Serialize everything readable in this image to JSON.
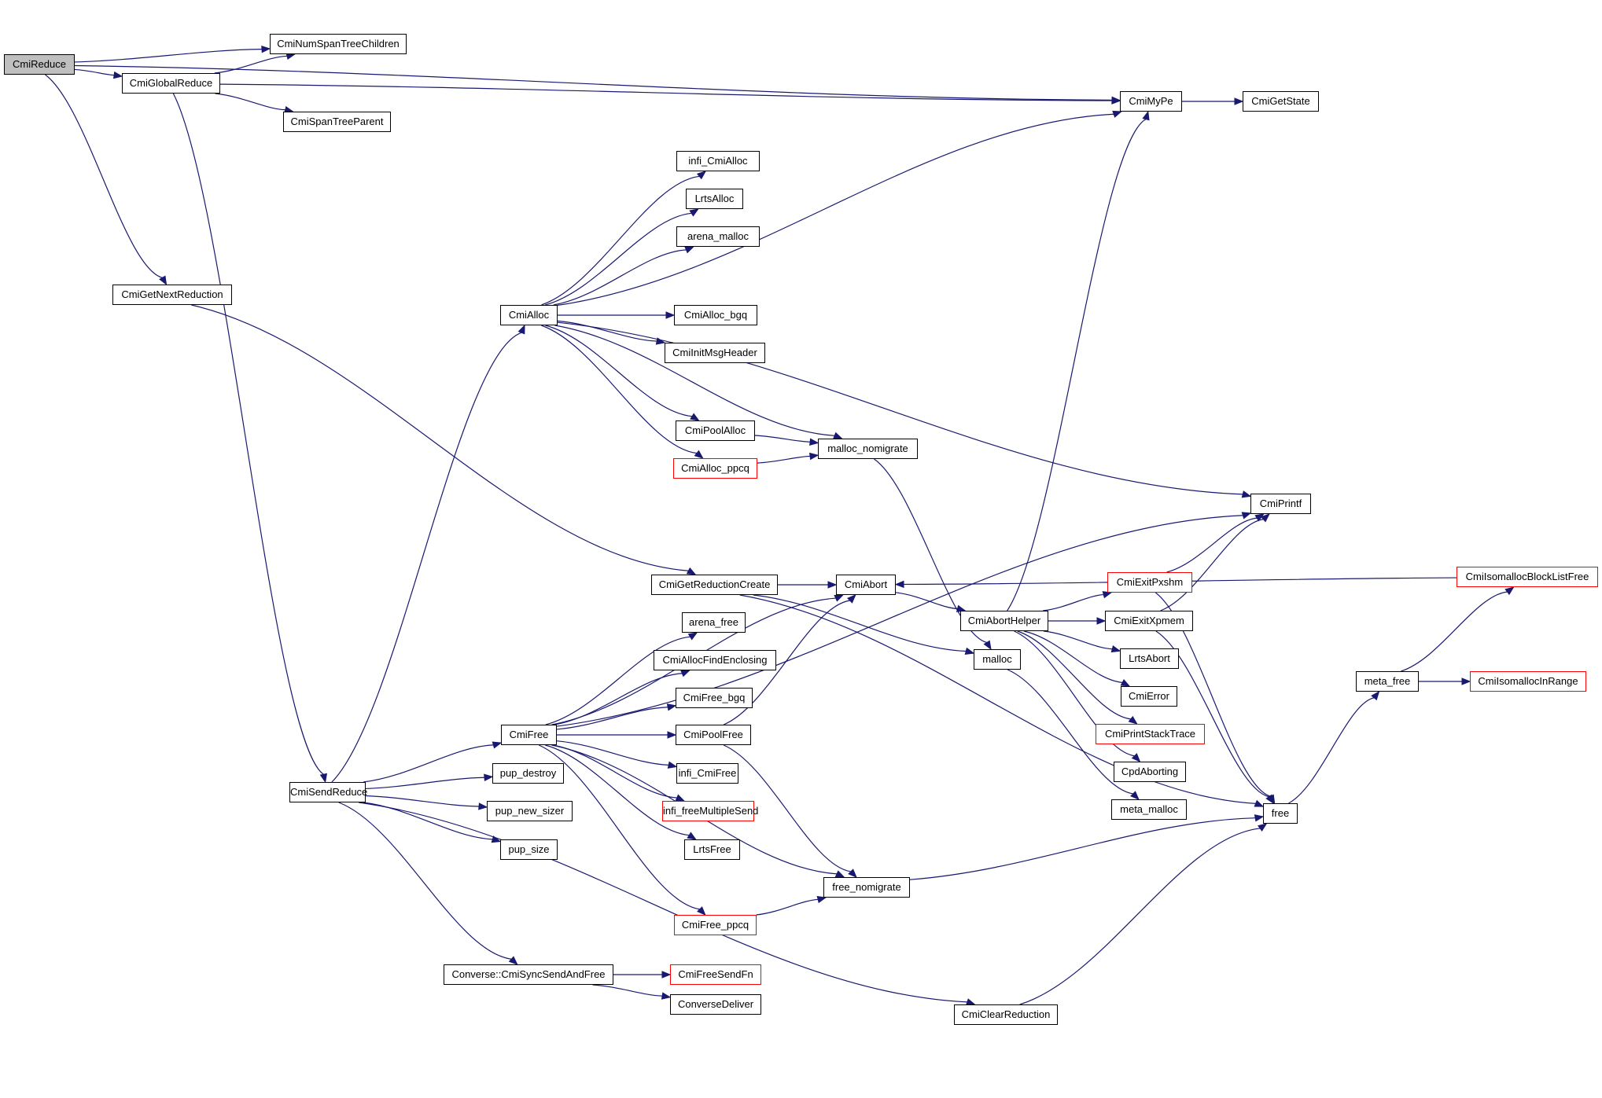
{
  "title": "Call graph for CmiReduce",
  "colors": {
    "edge": "#191970",
    "root_fill": "#bfbfbf",
    "truncated_border": "#ff0000",
    "node_border": "#000000"
  },
  "nodes": [
    {
      "id": "CmiReduce",
      "label": "CmiReduce",
      "kind": "root"
    },
    {
      "id": "CmiNumSpanTreeChildren",
      "label": "CmiNumSpanTreeChildren",
      "kind": "normal"
    },
    {
      "id": "CmiGlobalReduce",
      "label": "CmiGlobalReduce",
      "kind": "normal"
    },
    {
      "id": "CmiSpanTreeParent",
      "label": "CmiSpanTreeParent",
      "kind": "normal"
    },
    {
      "id": "CmiMyPe",
      "label": "CmiMyPe",
      "kind": "normal"
    },
    {
      "id": "CmiGetState",
      "label": "CmiGetState",
      "kind": "normal"
    },
    {
      "id": "infi_CmiAlloc",
      "label": "infi_CmiAlloc",
      "kind": "normal"
    },
    {
      "id": "LrtsAlloc",
      "label": "LrtsAlloc",
      "kind": "normal"
    },
    {
      "id": "arena_malloc",
      "label": "arena_malloc",
      "kind": "normal"
    },
    {
      "id": "CmiGetNextReduction",
      "label": "CmiGetNextReduction",
      "kind": "normal"
    },
    {
      "id": "CmiAlloc",
      "label": "CmiAlloc",
      "kind": "normal"
    },
    {
      "id": "CmiAlloc_bgq",
      "label": "CmiAlloc_bgq",
      "kind": "normal"
    },
    {
      "id": "CmiInitMsgHeader",
      "label": "CmiInitMsgHeader",
      "kind": "normal"
    },
    {
      "id": "CmiPoolAlloc",
      "label": "CmiPoolAlloc",
      "kind": "normal"
    },
    {
      "id": "malloc_nomigrate",
      "label": "malloc_nomigrate",
      "kind": "normal"
    },
    {
      "id": "CmiAlloc_ppcq",
      "label": "CmiAlloc_ppcq",
      "kind": "truncated"
    },
    {
      "id": "CmiPrintf",
      "label": "CmiPrintf",
      "kind": "normal"
    },
    {
      "id": "CmiIsomallocBlockListFree",
      "label": "CmiIsomallocBlockListFree",
      "kind": "truncated"
    },
    {
      "id": "CmiGetReductionCreate",
      "label": "CmiGetReductionCreate",
      "kind": "normal"
    },
    {
      "id": "CmiAbort",
      "label": "CmiAbort",
      "kind": "normal"
    },
    {
      "id": "CmiExitPxshm",
      "label": "CmiExitPxshm",
      "kind": "truncated"
    },
    {
      "id": "CmiAbortHelper",
      "label": "CmiAbortHelper",
      "kind": "normal"
    },
    {
      "id": "CmiExitXpmem",
      "label": "CmiExitXpmem",
      "kind": "normal"
    },
    {
      "id": "arena_free",
      "label": "arena_free",
      "kind": "normal"
    },
    {
      "id": "CmiAllocFindEnclosing",
      "label": "CmiAllocFindEnclosing",
      "kind": "normal"
    },
    {
      "id": "malloc",
      "label": "malloc",
      "kind": "normal"
    },
    {
      "id": "LrtsAbort",
      "label": "LrtsAbort",
      "kind": "normal"
    },
    {
      "id": "meta_free",
      "label": "meta_free",
      "kind": "normal"
    },
    {
      "id": "CmiIsomallocInRange",
      "label": "CmiIsomallocInRange",
      "kind": "truncated"
    },
    {
      "id": "CmiFree_bgq",
      "label": "CmiFree_bgq",
      "kind": "normal"
    },
    {
      "id": "CmiError",
      "label": "CmiError",
      "kind": "normal"
    },
    {
      "id": "CmiFree",
      "label": "CmiFree",
      "kind": "normal"
    },
    {
      "id": "CmiPoolFree",
      "label": "CmiPoolFree",
      "kind": "normal"
    },
    {
      "id": "CmiPrintStackTrace",
      "label": "CmiPrintStackTrace",
      "kind": "truncated"
    },
    {
      "id": "pup_destroy",
      "label": "pup_destroy",
      "kind": "normal"
    },
    {
      "id": "infi_CmiFree",
      "label": "infi_CmiFree",
      "kind": "normal"
    },
    {
      "id": "CpdAborting",
      "label": "CpdAborting",
      "kind": "normal"
    },
    {
      "id": "CmiSendReduce",
      "label": "CmiSendReduce",
      "kind": "normal"
    },
    {
      "id": "infi_freeMultipleSend",
      "label": "infi_freeMultipleSend",
      "kind": "truncated"
    },
    {
      "id": "pup_new_sizer",
      "label": "pup_new_sizer",
      "kind": "normal"
    },
    {
      "id": "meta_malloc",
      "label": "meta_malloc",
      "kind": "normal"
    },
    {
      "id": "free",
      "label": "free",
      "kind": "normal"
    },
    {
      "id": "pup_size",
      "label": "pup_size",
      "kind": "normal"
    },
    {
      "id": "LrtsFree",
      "label": "LrtsFree",
      "kind": "normal"
    },
    {
      "id": "free_nomigrate",
      "label": "free_nomigrate",
      "kind": "normal"
    },
    {
      "id": "CmiFree_ppcq",
      "label": "CmiFree_ppcq",
      "kind": "truncated"
    },
    {
      "id": "Converse_CmiSyncSendAndFree",
      "label": "Converse::CmiSyncSendAndFree",
      "kind": "normal"
    },
    {
      "id": "CmiFreeSendFn",
      "label": "CmiFreeSendFn",
      "kind": "truncated"
    },
    {
      "id": "ConverseDeliver",
      "label": "ConverseDeliver",
      "kind": "normal"
    },
    {
      "id": "CmiClearReduction",
      "label": "CmiClearReduction",
      "kind": "normal"
    }
  ],
  "edges": [
    [
      "CmiReduce",
      "CmiMyPe"
    ],
    [
      "CmiReduce",
      "CmiNumSpanTreeChildren"
    ],
    [
      "CmiReduce",
      "CmiGlobalReduce"
    ],
    [
      "CmiReduce",
      "CmiGetNextReduction"
    ],
    [
      "CmiGlobalReduce",
      "CmiNumSpanTreeChildren"
    ],
    [
      "CmiGlobalReduce",
      "CmiMyPe"
    ],
    [
      "CmiGlobalReduce",
      "CmiSpanTreeParent"
    ],
    [
      "CmiGlobalReduce",
      "CmiSendReduce"
    ],
    [
      "CmiMyPe",
      "CmiGetState"
    ],
    [
      "CmiGetNextReduction",
      "CmiGetReductionCreate"
    ],
    [
      "CmiAlloc",
      "CmiMyPe"
    ],
    [
      "CmiAlloc",
      "infi_CmiAlloc"
    ],
    [
      "CmiAlloc",
      "LrtsAlloc"
    ],
    [
      "CmiAlloc",
      "arena_malloc"
    ],
    [
      "CmiAlloc",
      "CmiPrintf"
    ],
    [
      "CmiAlloc",
      "CmiAlloc_bgq"
    ],
    [
      "CmiAlloc",
      "CmiInitMsgHeader"
    ],
    [
      "CmiAlloc",
      "malloc_nomigrate"
    ],
    [
      "CmiAlloc",
      "CmiPoolAlloc"
    ],
    [
      "CmiAlloc",
      "CmiAlloc_ppcq"
    ],
    [
      "CmiPoolAlloc",
      "malloc_nomigrate"
    ],
    [
      "CmiAlloc_ppcq",
      "malloc_nomigrate"
    ],
    [
      "malloc_nomigrate",
      "malloc"
    ],
    [
      "CmiGetReductionCreate",
      "CmiAbort"
    ],
    [
      "CmiGetReductionCreate",
      "malloc"
    ],
    [
      "CmiGetReductionCreate",
      "free"
    ],
    [
      "CmiAbort",
      "CmiAbortHelper"
    ],
    [
      "CmiAbortHelper",
      "CmiMyPe"
    ],
    [
      "CmiAbortHelper",
      "CmiExitPxshm"
    ],
    [
      "CmiAbortHelper",
      "CmiExitXpmem"
    ],
    [
      "CmiAbortHelper",
      "LrtsAbort"
    ],
    [
      "CmiAbortHelper",
      "CmiError"
    ],
    [
      "CmiAbortHelper",
      "CmiPrintStackTrace"
    ],
    [
      "CmiAbortHelper",
      "CpdAborting"
    ],
    [
      "CmiExitPxshm",
      "CmiPrintf"
    ],
    [
      "CmiExitPxshm",
      "free"
    ],
    [
      "CmiExitXpmem",
      "CmiPrintf"
    ],
    [
      "CmiExitXpmem",
      "free"
    ],
    [
      "CmiIsomallocBlockListFree",
      "CmiAbort"
    ],
    [
      "malloc",
      "meta_malloc"
    ],
    [
      "free",
      "meta_free"
    ],
    [
      "meta_free",
      "CmiIsomallocBlockListFree"
    ],
    [
      "meta_free",
      "CmiIsomallocInRange"
    ],
    [
      "CmiFree",
      "CmiPrintf"
    ],
    [
      "CmiFree",
      "CmiAbort"
    ],
    [
      "CmiFree",
      "arena_free"
    ],
    [
      "CmiFree",
      "CmiAllocFindEnclosing"
    ],
    [
      "CmiFree",
      "CmiFree_bgq"
    ],
    [
      "CmiFree",
      "CmiPoolFree"
    ],
    [
      "CmiFree",
      "infi_CmiFree"
    ],
    [
      "CmiFree",
      "infi_freeMultipleSend"
    ],
    [
      "CmiFree",
      "LrtsFree"
    ],
    [
      "CmiFree",
      "free_nomigrate"
    ],
    [
      "CmiFree",
      "CmiFree_ppcq"
    ],
    [
      "CmiPoolFree",
      "CmiAbort"
    ],
    [
      "CmiPoolFree",
      "free_nomigrate"
    ],
    [
      "CmiFree_ppcq",
      "free_nomigrate"
    ],
    [
      "free_nomigrate",
      "free"
    ],
    [
      "CmiSendReduce",
      "CmiAlloc"
    ],
    [
      "CmiSendReduce",
      "CmiFree"
    ],
    [
      "CmiSendReduce",
      "pup_destroy"
    ],
    [
      "CmiSendReduce",
      "pup_new_sizer"
    ],
    [
      "CmiSendReduce",
      "pup_size"
    ],
    [
      "CmiSendReduce",
      "Converse_CmiSyncSendAndFree"
    ],
    [
      "CmiSendReduce",
      "CmiClearReduction"
    ],
    [
      "Converse_CmiSyncSendAndFree",
      "CmiFreeSendFn"
    ],
    [
      "Converse_CmiSyncSendAndFree",
      "ConverseDeliver"
    ],
    [
      "CmiClearReduction",
      "free"
    ]
  ]
}
